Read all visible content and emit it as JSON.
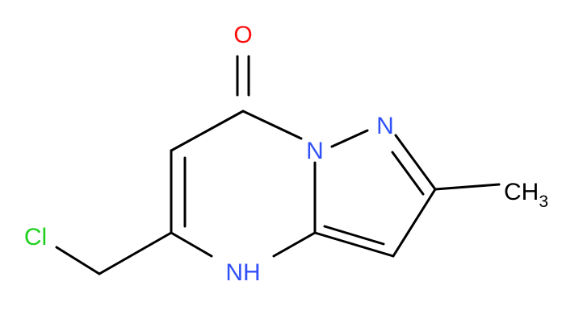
{
  "molecule": {
    "atoms": {
      "oxygen": "O",
      "n1": "N",
      "n_ring": "N",
      "nh": "NH",
      "cl": "Cl",
      "methyl_c": "CH",
      "methyl_sub": "3"
    },
    "colors": {
      "bond": "#000000",
      "oxygen": "#ff0d0d",
      "nitrogen": "#3050f8",
      "chlorine": "#1fd01f",
      "carbon_label": "#000000"
    }
  }
}
